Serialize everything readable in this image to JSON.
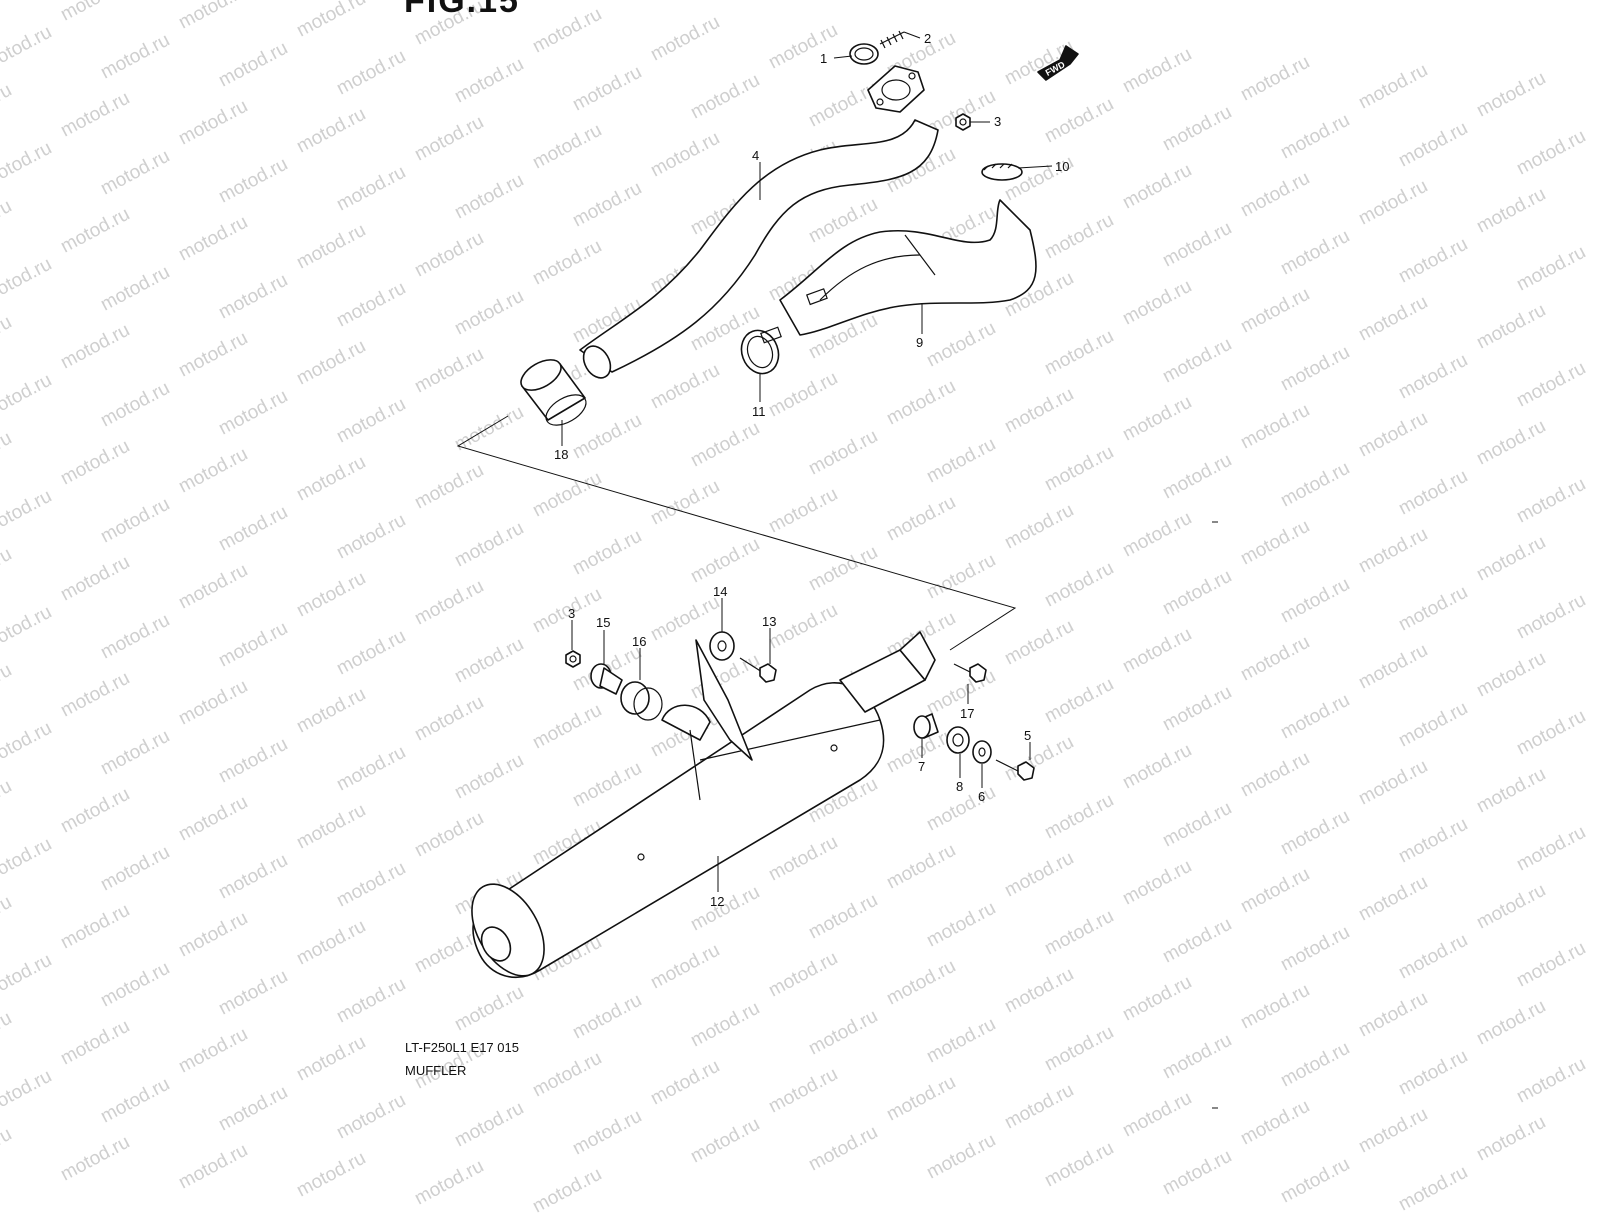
{
  "figure": {
    "title": "FIG.15",
    "model_code": "LT-F250L1 E17  015",
    "name": "MUFFLER"
  },
  "watermark": "motod.ru",
  "fwd_label": "FWD",
  "callouts": [
    {
      "id": "1",
      "label": "1"
    },
    {
      "id": "2",
      "label": "2"
    },
    {
      "id": "3a",
      "label": "3"
    },
    {
      "id": "4",
      "label": "4"
    },
    {
      "id": "10",
      "label": "10"
    },
    {
      "id": "9",
      "label": "9"
    },
    {
      "id": "11",
      "label": "11"
    },
    {
      "id": "18",
      "label": "18"
    },
    {
      "id": "3b",
      "label": "3"
    },
    {
      "id": "15",
      "label": "15"
    },
    {
      "id": "16",
      "label": "16"
    },
    {
      "id": "14",
      "label": "14"
    },
    {
      "id": "13",
      "label": "13"
    },
    {
      "id": "17",
      "label": "17"
    },
    {
      "id": "5",
      "label": "5"
    },
    {
      "id": "7",
      "label": "7"
    },
    {
      "id": "8",
      "label": "8"
    },
    {
      "id": "6",
      "label": "6"
    },
    {
      "id": "12",
      "label": "12"
    }
  ]
}
